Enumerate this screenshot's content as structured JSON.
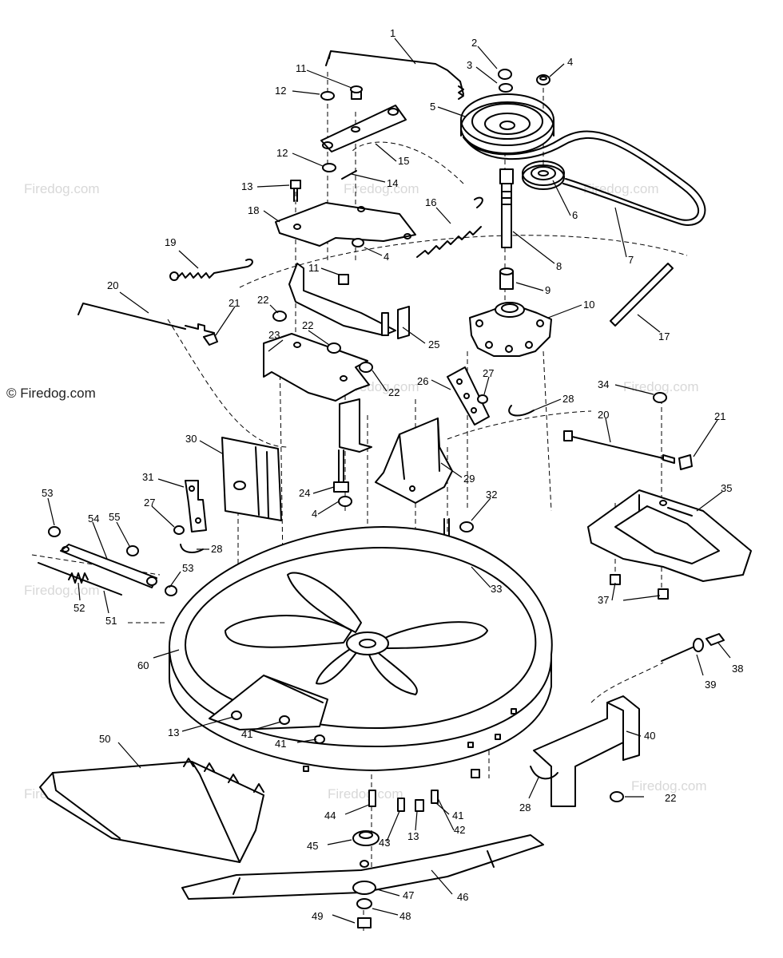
{
  "watermark": {
    "text": "© Firedog.com",
    "brand": "Firedog.com"
  },
  "callouts": [
    {
      "label": "1"
    },
    {
      "label": "2"
    },
    {
      "label": "3"
    },
    {
      "label": "4"
    },
    {
      "label": "5"
    },
    {
      "label": "11"
    },
    {
      "label": "12"
    },
    {
      "label": "15"
    },
    {
      "label": "12"
    },
    {
      "label": "14"
    },
    {
      "label": "13"
    },
    {
      "label": "6"
    },
    {
      "label": "16"
    },
    {
      "label": "18"
    },
    {
      "label": "4"
    },
    {
      "label": "7"
    },
    {
      "label": "8"
    },
    {
      "label": "19"
    },
    {
      "label": "11"
    },
    {
      "label": "9"
    },
    {
      "label": "20"
    },
    {
      "label": "22"
    },
    {
      "label": "21"
    },
    {
      "label": "10"
    },
    {
      "label": "22"
    },
    {
      "label": "23"
    },
    {
      "label": "25"
    },
    {
      "label": "17"
    },
    {
      "label": "22"
    },
    {
      "label": "26"
    },
    {
      "label": "27"
    },
    {
      "label": "34"
    },
    {
      "label": "28"
    },
    {
      "label": "20"
    },
    {
      "label": "21"
    },
    {
      "label": "30"
    },
    {
      "label": "29"
    },
    {
      "label": "31"
    },
    {
      "label": "24"
    },
    {
      "label": "35"
    },
    {
      "label": "32"
    },
    {
      "label": "53"
    },
    {
      "label": "27"
    },
    {
      "label": "4"
    },
    {
      "label": "54"
    },
    {
      "label": "55"
    },
    {
      "label": "28"
    },
    {
      "label": "53"
    },
    {
      "label": "33"
    },
    {
      "label": "37"
    },
    {
      "label": "52"
    },
    {
      "label": "51"
    },
    {
      "label": "60"
    },
    {
      "label": "38"
    },
    {
      "label": "39"
    },
    {
      "label": "13"
    },
    {
      "label": "41"
    },
    {
      "label": "40"
    },
    {
      "label": "41"
    },
    {
      "label": "50"
    },
    {
      "label": "22"
    },
    {
      "label": "28"
    },
    {
      "label": "44"
    },
    {
      "label": "41"
    },
    {
      "label": "13"
    },
    {
      "label": "42"
    },
    {
      "label": "45"
    },
    {
      "label": "43"
    },
    {
      "label": "46"
    },
    {
      "label": "47"
    },
    {
      "label": "49"
    },
    {
      "label": "48"
    }
  ]
}
